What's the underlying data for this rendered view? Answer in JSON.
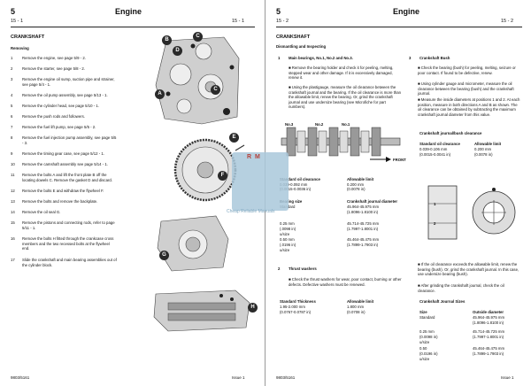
{
  "left": {
    "page_num": "5",
    "section": "Engine",
    "sub_left": "15 - 1",
    "sub_right": "15 - 1",
    "heading": "CRANKSHAFT",
    "subheading": "Removing",
    "steps": [
      {
        "n": "1",
        "text": "Remove the engine, see page 5/9 - 2."
      },
      {
        "n": "2",
        "text": "Remove the starter, see page 5/8 - 2."
      },
      {
        "n": "3",
        "text": "Remove the engine oil sump, suction pipe and strainer, see page 5/4 - 1."
      },
      {
        "n": "4",
        "text": "Remove the oil pump assembly, see page 5/13 - 1."
      },
      {
        "n": "5",
        "text": "Remove the cylinder head, see page 5/10 - 1."
      },
      {
        "n": "6",
        "text": "Remove the push rods and followers."
      },
      {
        "n": "7",
        "text": "Remove the fuel lift pump, see page 5/5 - 2."
      },
      {
        "n": "8",
        "text": "Remove the fuel injection pump assembly, see page 5/5 - 3."
      },
      {
        "n": "9",
        "text": "Remove the timing gear case, see page 5/12 - 1."
      },
      {
        "n": "10",
        "text": "Remove the camshaft assembly see page 5/14 - 1."
      },
      {
        "n": "11",
        "text": "Remove the bolts A and lift the front plate B off the locating dowels C. Remove the gasket D and discard."
      },
      {
        "n": "12",
        "text": "Remove the bolts E and withdraw the flywheel F."
      },
      {
        "n": "13",
        "text": "Remove the bolts and remove the backplate."
      },
      {
        "n": "14",
        "text": "Remove the oil seal G."
      },
      {
        "n": "15",
        "text": "Remove the pistons and connecting rods, refer to page 5/11 - 1."
      },
      {
        "n": "16",
        "text": "Remove the bolts H fitted through the crankcase cross members and the two recessed bolts at the flywheel end."
      },
      {
        "n": "17",
        "text": "Slide the crankshaft and main bearing assemblies out of the cylinder block."
      }
    ],
    "callouts": [
      "A",
      "B",
      "C",
      "D",
      "E",
      "F",
      "G",
      "H"
    ],
    "footer_left": "9803/5161",
    "footer_right": "Issue 1"
  },
  "right": {
    "page_num": "5",
    "section": "Engine",
    "sub_left": "15 - 2",
    "sub_right": "15 - 2",
    "heading": "CRANKSHAFT",
    "subheading": "Dismantling and Inspecting",
    "item1_title": "Main bearings, No.1, No.2 and No.3.",
    "item1_n": "1",
    "item1_a": "Remove the bearing holder and check it for peeling, melting, stepped wear and other damage. If it is excessively damaged, renew it.",
    "item1_b": "Using the plastigauge, measure the oil clearance between the crankshaft journal and the bearing. If the oil clearance is more than the allowable limit, renew the bearing. Or, grind the crankshaft journal and use undersize bearing (see Microfiche for part numbers).",
    "bearing_labels": [
      "No.3",
      "No.2",
      "No.1"
    ],
    "front_label": "FRONT",
    "oil_clearance": {
      "h1": "Standard oil clearance",
      "h2": "Allowable limit",
      "v1": "0.039-0.092 mm",
      "v1b": "(0.0015-0.0036 in)",
      "v2": "0.200 mm",
      "v2b": "(0.0078 in)"
    },
    "bearing_size_table": {
      "h1": "Bearing size",
      "h2": "Crankshaft journal diameter",
      "rows": [
        [
          "Standard",
          "45.964-45.975 mm",
          "(1.8096-1.8100 in)"
        ],
        [
          "0.25 mm",
          "45.714-45.725 mm",
          "(1.7997-1.8001 in)"
        ],
        [
          "(.0098 in)",
          "",
          ""
        ],
        [
          "u/size",
          "",
          ""
        ],
        [
          "0.50 mm",
          "45.464-45.475 mm",
          "(1.7899-1.7903 in)"
        ],
        [
          "(.0196 in)",
          "",
          ""
        ],
        [
          "u/size",
          "",
          ""
        ]
      ]
    },
    "item2_n": "2",
    "item2_title": "Thrust washers",
    "item2_a": "Check the thrust washers for wear, poor contact, burning or other defects. Defective washers must be renewed.",
    "thrust_table": {
      "h1": "Standard Thickness",
      "h2": "Allowable limit",
      "v1": "1.95-2.000 mm",
      "v1b": "(0.0767-0.0787 in)",
      "v2": "1.800 mm",
      "v2b": "(0.0708 in)"
    },
    "item3_n": "3",
    "item3_title": "Crankshaft Bush",
    "item3_a": "Check the bearing (bush) for peeling, melting, seizure or poor contact. If found to be defective, renew.",
    "item3_b": "Using cylinder gauge and micrometer, measure the oil clearance between the bearing (bush) and the crankshaft journal.",
    "item3_c": "Measure the inside diameters at positions 1 and 2. At each position, measure in both directions A and B as shown. The oil clearance can be obtained by subtracting the maximum crankshaft journal diameter from this value.",
    "bush_table": {
      "title": "Crankshaft journal/bush clearance",
      "h1": "Standard oil clearance",
      "h2": "Allowable limit",
      "v1": "0.039-0.106 mm",
      "v1b": "(0.0015-0.0041 in)",
      "v2": "0.200 mm",
      "v2b": "(0.0078 in)"
    },
    "item3_d": "If the oil clearance exceeds the allowable limit, renew the bearing (bush). Or, grind the crankshaft journal. In this case, use undersize bearing (bush).",
    "item3_e": "After grinding the crankshaft journal, check the oil clearance.",
    "journal_table": {
      "title": "Crankshaft Journal Sizes",
      "h1": "Size",
      "h2": "Outside diameter",
      "rows": [
        [
          "Standard",
          "45.964-45.975 mm",
          "(1.8096-1.8100 in)"
        ],
        [
          "0.25 mm",
          "45.714-45.725 mm",
          "(1.7997-1.8001 in)"
        ],
        [
          "(0.0098 in)",
          "",
          ""
        ],
        [
          "u/size",
          "",
          ""
        ],
        [
          "0.50",
          "45.464-45.475 mm",
          "(1.7899-1.7903 in)"
        ],
        [
          "(0.0196 in)",
          "",
          ""
        ],
        [
          "u/size",
          "",
          ""
        ]
      ]
    },
    "footer_left": "9803/5161",
    "footer_right": "Issue 1"
  },
  "watermark": {
    "logo": "R M",
    "text": "Cheap Reliable Manuals"
  }
}
